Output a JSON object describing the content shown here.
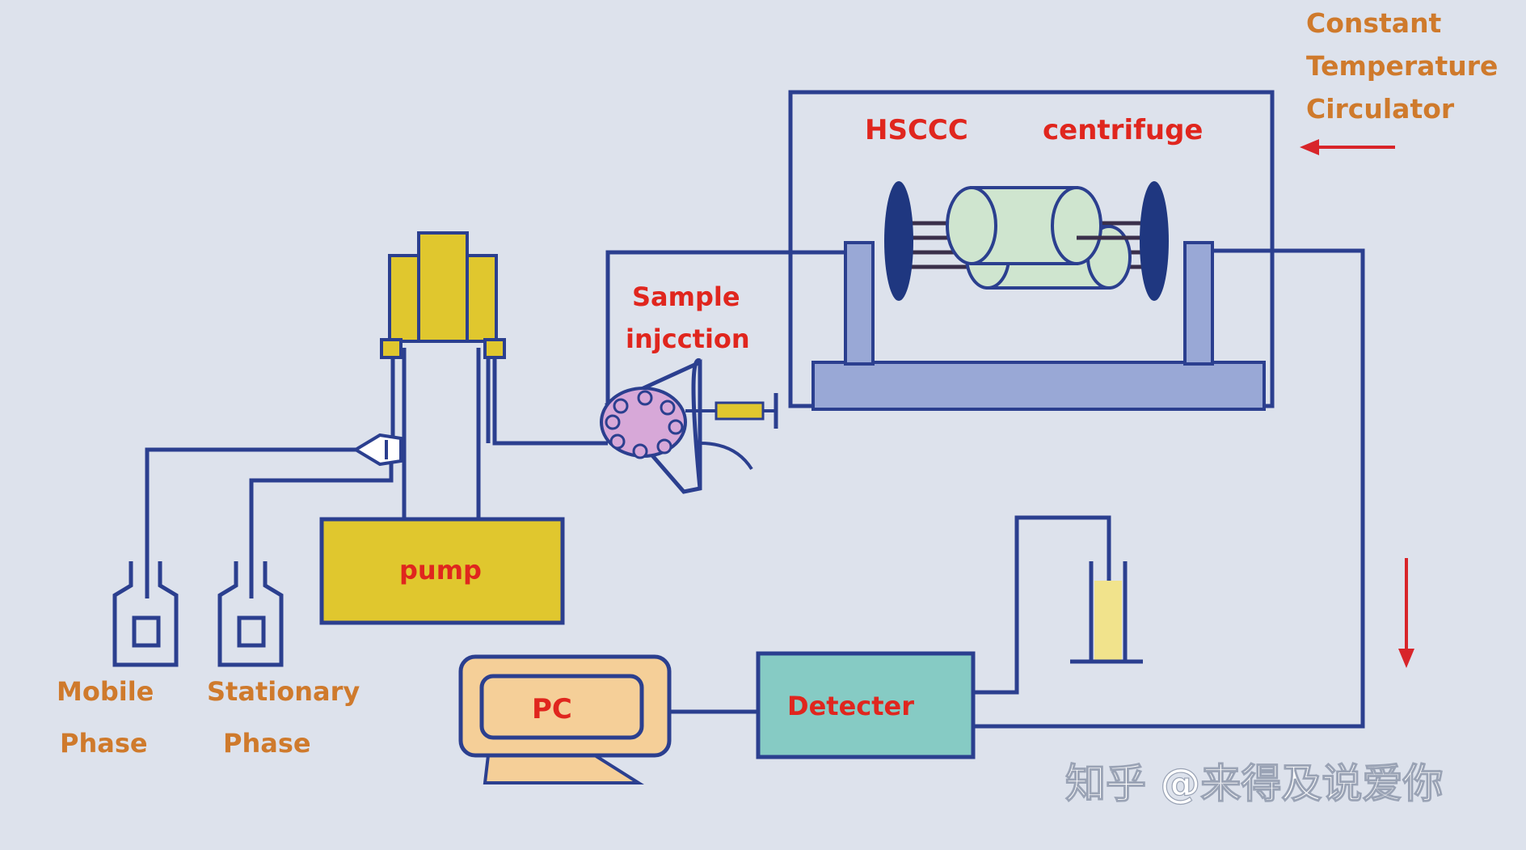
{
  "colors": {
    "background": "#dde2ec",
    "line": "#2b3f8f",
    "label_red": "#e0261e",
    "label_orange": "#cf7a2c",
    "pump_yellow": "#e0c72e",
    "detector_teal": "#86cbc4",
    "pc_peach": "#f5cf98",
    "centrifuge_stand": "#99a8d6",
    "coil_green": "#cfe5cf",
    "injector_pink": "#d7a8d8",
    "arrow_red": "#d8252a",
    "watermark": "#ffffff"
  },
  "labels": {
    "circulator_line1": "Constant",
    "circulator_line2": "Temperature",
    "circulator_line3": "Circulator",
    "hsccc": "HSCCC",
    "centrifuge": "centrifuge",
    "sample_line1": "Sample",
    "sample_line2": "injcction",
    "pump": "pump",
    "pc": "PC",
    "detector": "Detecter",
    "mobile_line1": "Mobile",
    "mobile_line2": "Phase",
    "stationary_line1": "Stationary",
    "stationary_line2": "Phase"
  },
  "watermark": "知乎 @来得及说爱你"
}
